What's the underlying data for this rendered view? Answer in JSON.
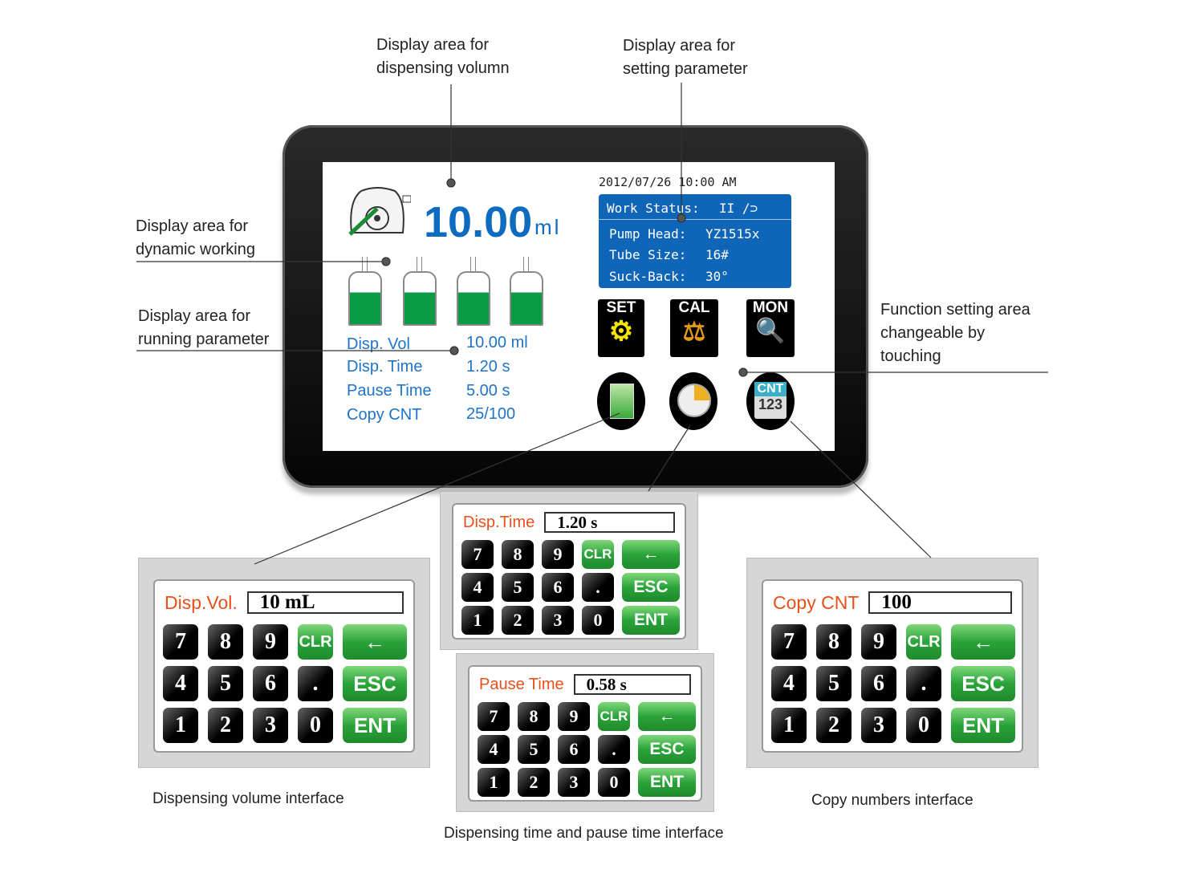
{
  "captions": {
    "disp_volume": [
      "Display area for",
      "dispensing volumn"
    ],
    "set_param": [
      "Display area for",
      "setting parameter"
    ],
    "dynamic": [
      "Display area for",
      "dynamic working"
    ],
    "running": [
      "Display area for",
      "running parameter"
    ],
    "function": [
      "Function setting area",
      "changeable by",
      "touching"
    ]
  },
  "screen": {
    "volume": "10.00",
    "volume_unit": "ml",
    "datetime": "2012/07/26 10:00 AM",
    "status": [
      {
        "label": "Work Status:",
        "value": "II /⊃"
      },
      {
        "label": "Pump Head:",
        "value": "YZ1515x"
      },
      {
        "label": "Tube Size:",
        "value": "16#"
      },
      {
        "label": "Suck-Back:",
        "value": "30°"
      }
    ],
    "params": [
      {
        "label": "Disp. Vol",
        "value": "10.00  ml"
      },
      {
        "label": "Disp. Time",
        "value": "1.20  s"
      },
      {
        "label": "Pause Time",
        "value": "5.00  s"
      },
      {
        "label": "Copy CNT",
        "value": "25/100"
      }
    ],
    "buttons": {
      "set": "SET",
      "cal": "CAL",
      "mon": "MON",
      "cnt": "CNT",
      "cnt_num": "123"
    }
  },
  "keys": [
    [
      "7",
      "8",
      "9",
      "CLR",
      "←"
    ],
    [
      "4",
      "5",
      "6",
      ".",
      "ESC"
    ],
    [
      "1",
      "2",
      "3",
      "0",
      "ENT"
    ]
  ],
  "keypads": [
    {
      "title": "Disp.Vol.",
      "value": "10 mL"
    },
    {
      "title": "Disp.Time",
      "value": "1.20 s"
    },
    {
      "title": "Pause Time",
      "value": "0.58 s"
    },
    {
      "title": "Copy CNT",
      "value": "100"
    }
  ],
  "labels": {
    "vol": "Dispensing volume interface",
    "time": "Dispensing time and pause time interface",
    "cnt": "Copy numbers interface"
  },
  "colors": {
    "screen_blue": "#0f66b8",
    "accent_orange": "#e8501a",
    "key_green": "#2aa33a"
  }
}
